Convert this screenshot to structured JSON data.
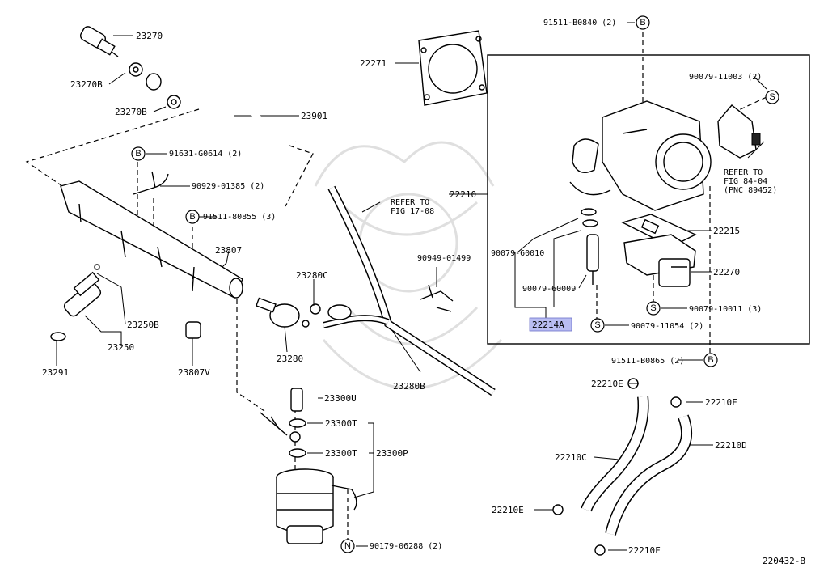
{
  "diagram_id": "220432-B",
  "highlight_color": "#b9bdf2",
  "symbols": {
    "b": "B",
    "s": "S",
    "n": "N"
  },
  "labels": {
    "p23270": "23270",
    "p23270b_1": "23270B",
    "p23270b_2": "23270B",
    "p23901": "23901",
    "p91631": "91631-G0614 (2)",
    "p90929": "90929-01385 (2)",
    "p91511_80855": "91511-80855 (3)",
    "p23807": "23807",
    "p23250b": "23250B",
    "p23250": "23250",
    "p23291": "23291",
    "p23807v": "23807V",
    "p23280c": "23280C",
    "p23280": "23280",
    "p23280b": "23280B",
    "refer_17_1": "REFER TO",
    "refer_17_2": "FIG 17-08",
    "p90949": "90949-01499",
    "p22271": "22271",
    "p22210": "22210",
    "p91511_b0840": "91511-B0840 (2)",
    "p90079_11003": "90079-11003 (2)",
    "refer_84_1": "REFER TO",
    "refer_84_2": "FIG 84-04",
    "refer_84_3": "(PNC 89452)",
    "p22215": "22215",
    "p22270": "22270",
    "p90079_60010": "90079-60010",
    "p90079_60009": "90079-60009",
    "p22214a": "22214A",
    "p90079_11054": "90079-11054 (2)",
    "p90079_10011": "90079-10011 (3)",
    "p91511_b0865": "91511-B0865 (2)",
    "p23300u": "23300U",
    "p23300t_1": "23300T",
    "p23300t_2": "23300T",
    "p23300p": "23300P",
    "p90179": "90179-06288 (2)",
    "p22210e_1": "22210E",
    "p22210e_2": "22210E",
    "p22210f_1": "22210F",
    "p22210f_2": "22210F",
    "p22210c": "22210C",
    "p22210d": "22210D"
  }
}
